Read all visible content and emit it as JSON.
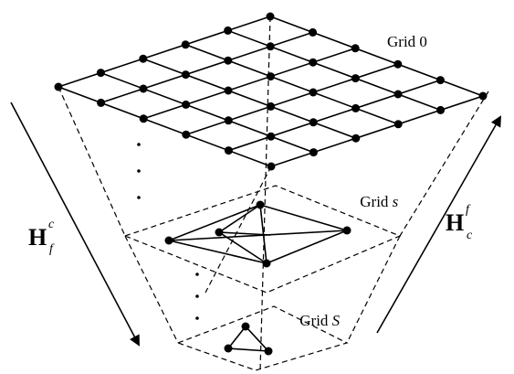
{
  "labels": {
    "grid_top": {
      "prefix": "Grid ",
      "index": "0"
    },
    "grid_mid": {
      "prefix": "Grid ",
      "index": "s"
    },
    "grid_bottom": {
      "prefix": "Grid ",
      "index": "S"
    }
  },
  "operators": {
    "restriction": {
      "symbol": "H",
      "sup": "c",
      "sub": "f"
    },
    "prolongation": {
      "symbol": "H",
      "sup": "f",
      "sub": "c"
    }
  },
  "fine_grid": {
    "rows": 5,
    "cols": 5
  },
  "colors": {
    "ink": "#000000",
    "background": "#ffffff"
  }
}
